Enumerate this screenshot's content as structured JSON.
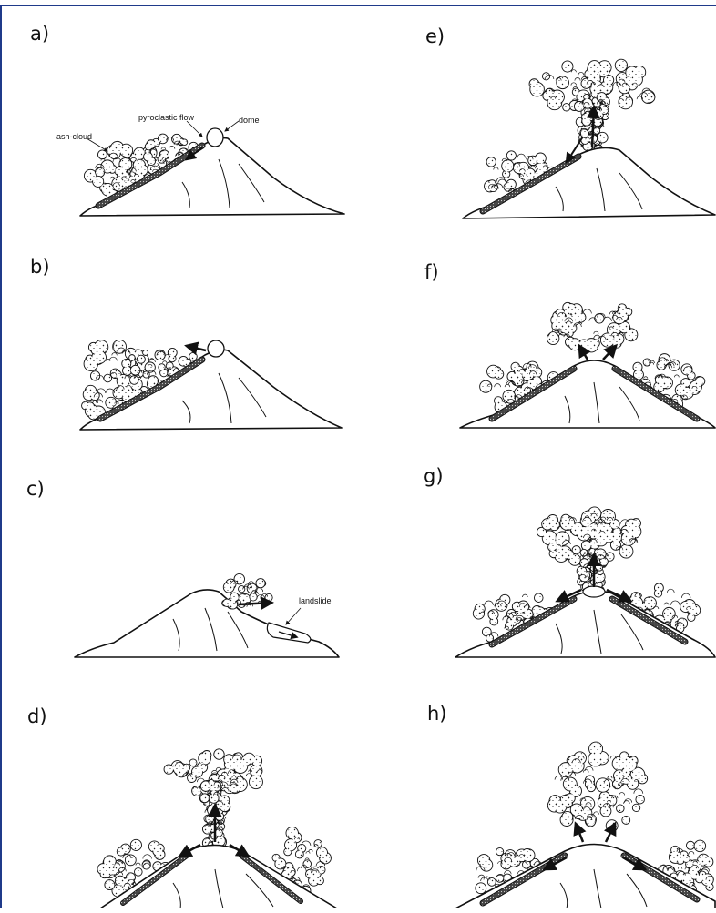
{
  "panels": {
    "a": {
      "label": "a)",
      "callouts": {
        "pyroclastic_flow": "pyroclastic flow",
        "dome": "dome",
        "ash_cloud": "ash-cloud"
      }
    },
    "b": {
      "label": "b)"
    },
    "c": {
      "label": "c)",
      "callouts": {
        "landslide": "landslide"
      }
    },
    "d": {
      "label": "d)"
    },
    "e": {
      "label": "e)"
    },
    "f": {
      "label": "f)"
    },
    "g": {
      "label": "g)"
    },
    "h": {
      "label": "h)"
    }
  },
  "colors": {
    "ink": "#111111",
    "border": "#1f3a8a",
    "background": "#ffffff"
  }
}
